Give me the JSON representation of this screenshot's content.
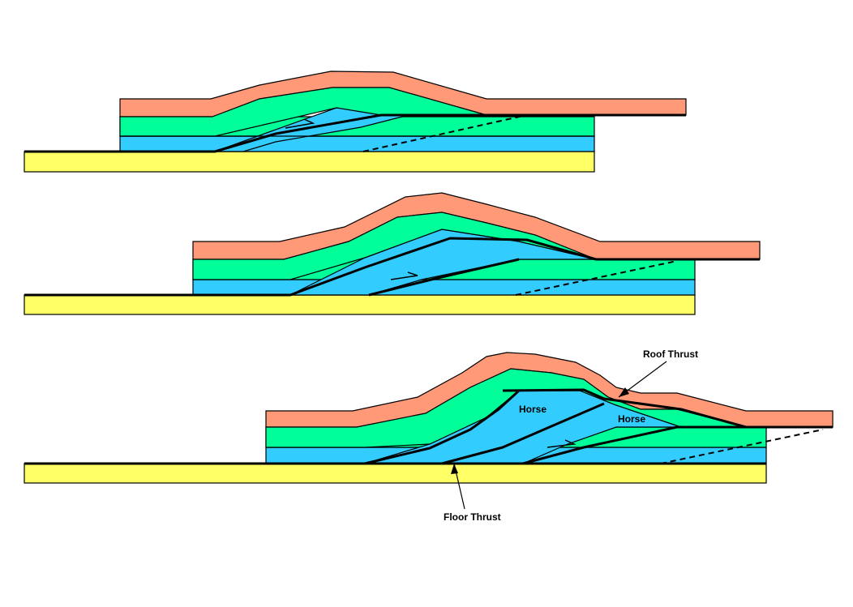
{
  "colors": {
    "basement": "#FFFF66",
    "blue_layer": "#33CCFF",
    "green_layer": "#00FF99",
    "salmon_layer": "#FF9977",
    "outline": "#000000"
  },
  "stages": [
    {
      "name": "stage-1",
      "horses": 1
    },
    {
      "name": "stage-2",
      "horses": 2
    },
    {
      "name": "stage-3",
      "horses": 3
    }
  ],
  "labels": {
    "roof_thrust": "Roof Thrust",
    "floor_thrust": "Floor Thrust",
    "horse_1": "Horse",
    "horse_2": "Horse"
  }
}
